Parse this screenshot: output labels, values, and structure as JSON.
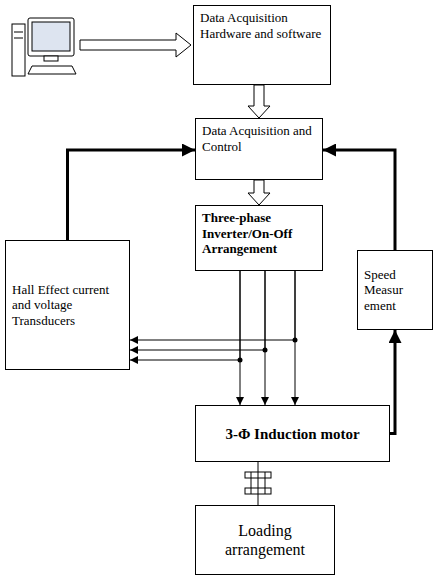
{
  "diagram": {
    "nodes": [
      {
        "text": [
          "Data Acquisition Hardware and software"
        ]
      },
      {
        "text": [
          "Data Acquisition and Control"
        ]
      },
      {
        "text": [
          "Three-phase Inverter/On-Off Arrangement"
        ]
      },
      {
        "text": [
          "Hall Effect current and voltage Transducers"
        ]
      },
      {
        "text": [
          "Speed Measur ement"
        ]
      },
      {
        "text": [
          "3-Φ Induction motor"
        ]
      },
      {
        "text": [
          "Loading arrangement"
        ]
      }
    ],
    "edges": [
      {
        "from": 0,
        "to": 1,
        "arrow": "to"
      },
      {
        "from": 1,
        "to": 2,
        "arrow": "to"
      },
      {
        "from": 2,
        "to": 5,
        "arrow": "to"
      },
      {
        "from": 2,
        "to": 5,
        "arrow": "to"
      },
      {
        "from": 2,
        "to": 5,
        "arrow": "to"
      },
      {
        "from": 2,
        "to": 3,
        "arrow": "to"
      },
      {
        "from": 2,
        "to": 3,
        "arrow": "to"
      },
      {
        "from": 2,
        "to": 3,
        "arrow": "to"
      },
      {
        "from": 3,
        "to": 1,
        "arrow": "to"
      },
      {
        "from": 5,
        "to": 4,
        "arrow": "to"
      },
      {
        "from": 4,
        "to": 1,
        "arrow": "to"
      },
      {
        "from": 5,
        "to": 6,
        "arrow": "none"
      }
    ]
  }
}
